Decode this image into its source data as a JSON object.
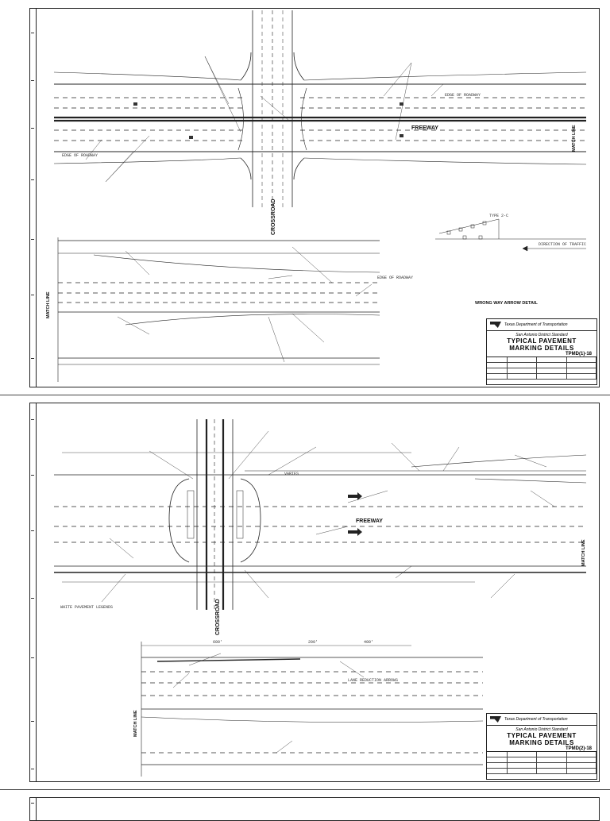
{
  "sheet1": {
    "labels": {
      "crossroad": "CROSSROAD",
      "freeway": "FREEWAY",
      "match_line": "MATCH LINE",
      "edge_of_roadway_left": "EDGE OF ROADWAY",
      "edge_of_roadway_right": "EDGE OF ROADWAY",
      "edge_of_roadway_lower": "EDGE OF ROADWAY",
      "wrong_way_title": "WRONG WAY ARROW DETAIL",
      "direction_of_traffic": "DIRECTION OF TRAFFIC",
      "type_2c": "TYPE 2-C"
    },
    "title_block": {
      "agency": "Texas Department of Transportation",
      "district": "San Antonio District Standard",
      "title_line1": "TYPICAL PAVEMENT",
      "title_line2": "MARKING DETAILS",
      "sheet_id": "TPMD(1)-18"
    }
  },
  "sheet2": {
    "labels": {
      "crossroad": "CROSSROAD",
      "freeway": "FREEWAY",
      "match_line_right": "MATCH LINE",
      "match_line_lower": "MATCH LINE",
      "varies": "VARIES",
      "dim_600": "600'",
      "dim_200": "200'",
      "dim_400": "400'",
      "white_pavement_legend": "WHITE PAVEMENT LEGENDS",
      "lane_reduction_arrows": "LANE REDUCTION ARROWS"
    },
    "title_block": {
      "agency": "Texas Department of Transportation",
      "district": "San Antonio District Standard",
      "title_line1": "TYPICAL PAVEMENT",
      "title_line2": "MARKING DETAILS",
      "sheet_id": "TPMD(2)-18"
    }
  }
}
